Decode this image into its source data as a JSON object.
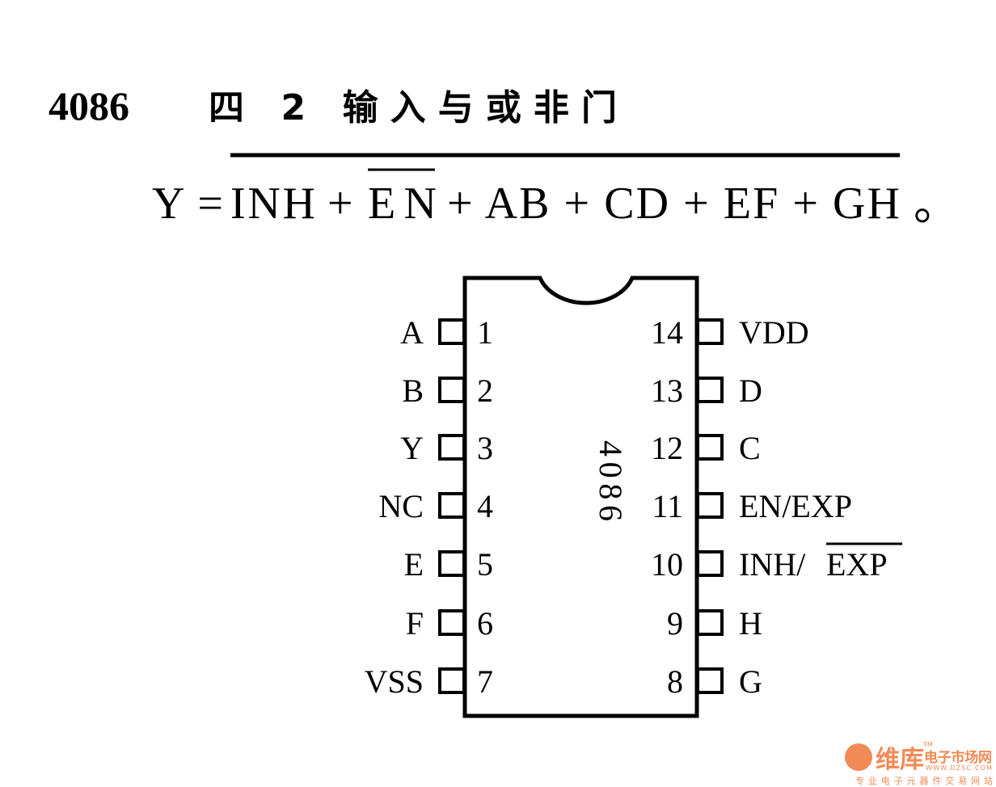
{
  "title": {
    "part_number": "4086",
    "description": "四 2 输入与或非门"
  },
  "formula": {
    "lhs": "Y=",
    "terms": [
      "INH",
      "+",
      "EN",
      "+ AB + CD + EF + GH"
    ],
    "end": "。"
  },
  "chip": {
    "label": "4086",
    "left_pins": [
      {
        "num": "1",
        "name": "A"
      },
      {
        "num": "2",
        "name": "B"
      },
      {
        "num": "3",
        "name": "Y"
      },
      {
        "num": "4",
        "name": "NC"
      },
      {
        "num": "5",
        "name": "E"
      },
      {
        "num": "6",
        "name": "F"
      },
      {
        "num": "7",
        "name": "VSS"
      }
    ],
    "right_pins": [
      {
        "num": "14",
        "name": "VDD"
      },
      {
        "num": "13",
        "name": "D"
      },
      {
        "num": "12",
        "name": "C"
      },
      {
        "num": "11",
        "name": "EN/EXP"
      },
      {
        "num": "10",
        "name": "INH/",
        "name_overbar": "EXP"
      },
      {
        "num": "9",
        "name": "H"
      },
      {
        "num": "8",
        "name": "G"
      }
    ]
  },
  "watermark": {
    "brand": "维库",
    "tm": "TM",
    "name": "电子市场网",
    "url": "WWW.DZSC.COM",
    "slogan": "专业电子元器件交易网站"
  }
}
